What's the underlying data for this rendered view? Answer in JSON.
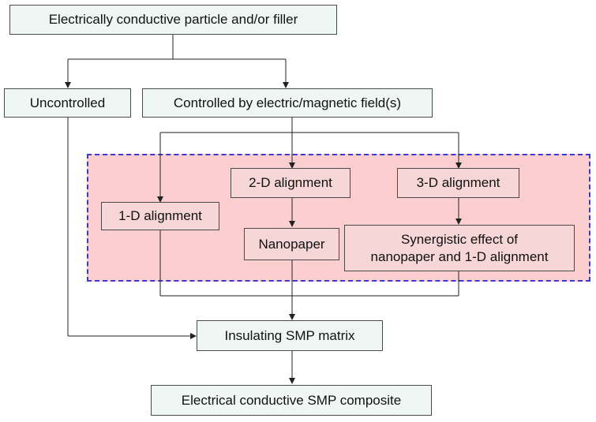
{
  "nodes": {
    "root": "Electrically conductive particle and/or filler",
    "uncontrolled": "Uncontrolled",
    "controlled": "Controlled by electric/magnetic field(s)",
    "one_d": "1-D alignment",
    "two_d": "2-D alignment",
    "three_d": "3-D alignment",
    "nanopaper": "Nanopaper",
    "synergistic_line1": "Synergistic effect of",
    "synergistic_line2": "nanopaper and 1-D alignment",
    "insulating": "Insulating SMP matrix",
    "composite": "Electrical conductive SMP composite"
  },
  "colors": {
    "box_fill": "#eef7f3",
    "region_fill": "#fbcfcf",
    "region_border": "#3a3acb",
    "pink_box_fill": "#f6d6d6"
  }
}
